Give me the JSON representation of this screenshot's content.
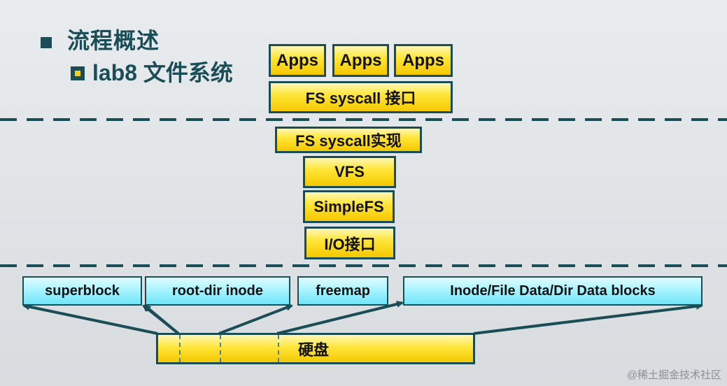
{
  "slide": {
    "title": "流程概述",
    "subtitle": "lab8 文件系统"
  },
  "user_layer": {
    "apps": [
      "Apps",
      "Apps",
      "Apps"
    ],
    "syscall_interface": "FS syscall 接口"
  },
  "kernel_layer": {
    "syscall_impl": "FS syscall实现",
    "vfs": "VFS",
    "simplefs": "SimpleFS",
    "io_interface": "I/O接口"
  },
  "disk_layout": {
    "blocks": [
      "superblock",
      "root-dir inode",
      "freemap",
      "Inode/File Data/Dir Data blocks"
    ],
    "disk_label": "硬盘"
  },
  "watermark": "@稀土掘金技术社区",
  "colors": {
    "border": "#1b4d57",
    "layer_fill": "#ffe63a",
    "block_fill": "#9ff2ff",
    "separator": "#1b4d57"
  }
}
